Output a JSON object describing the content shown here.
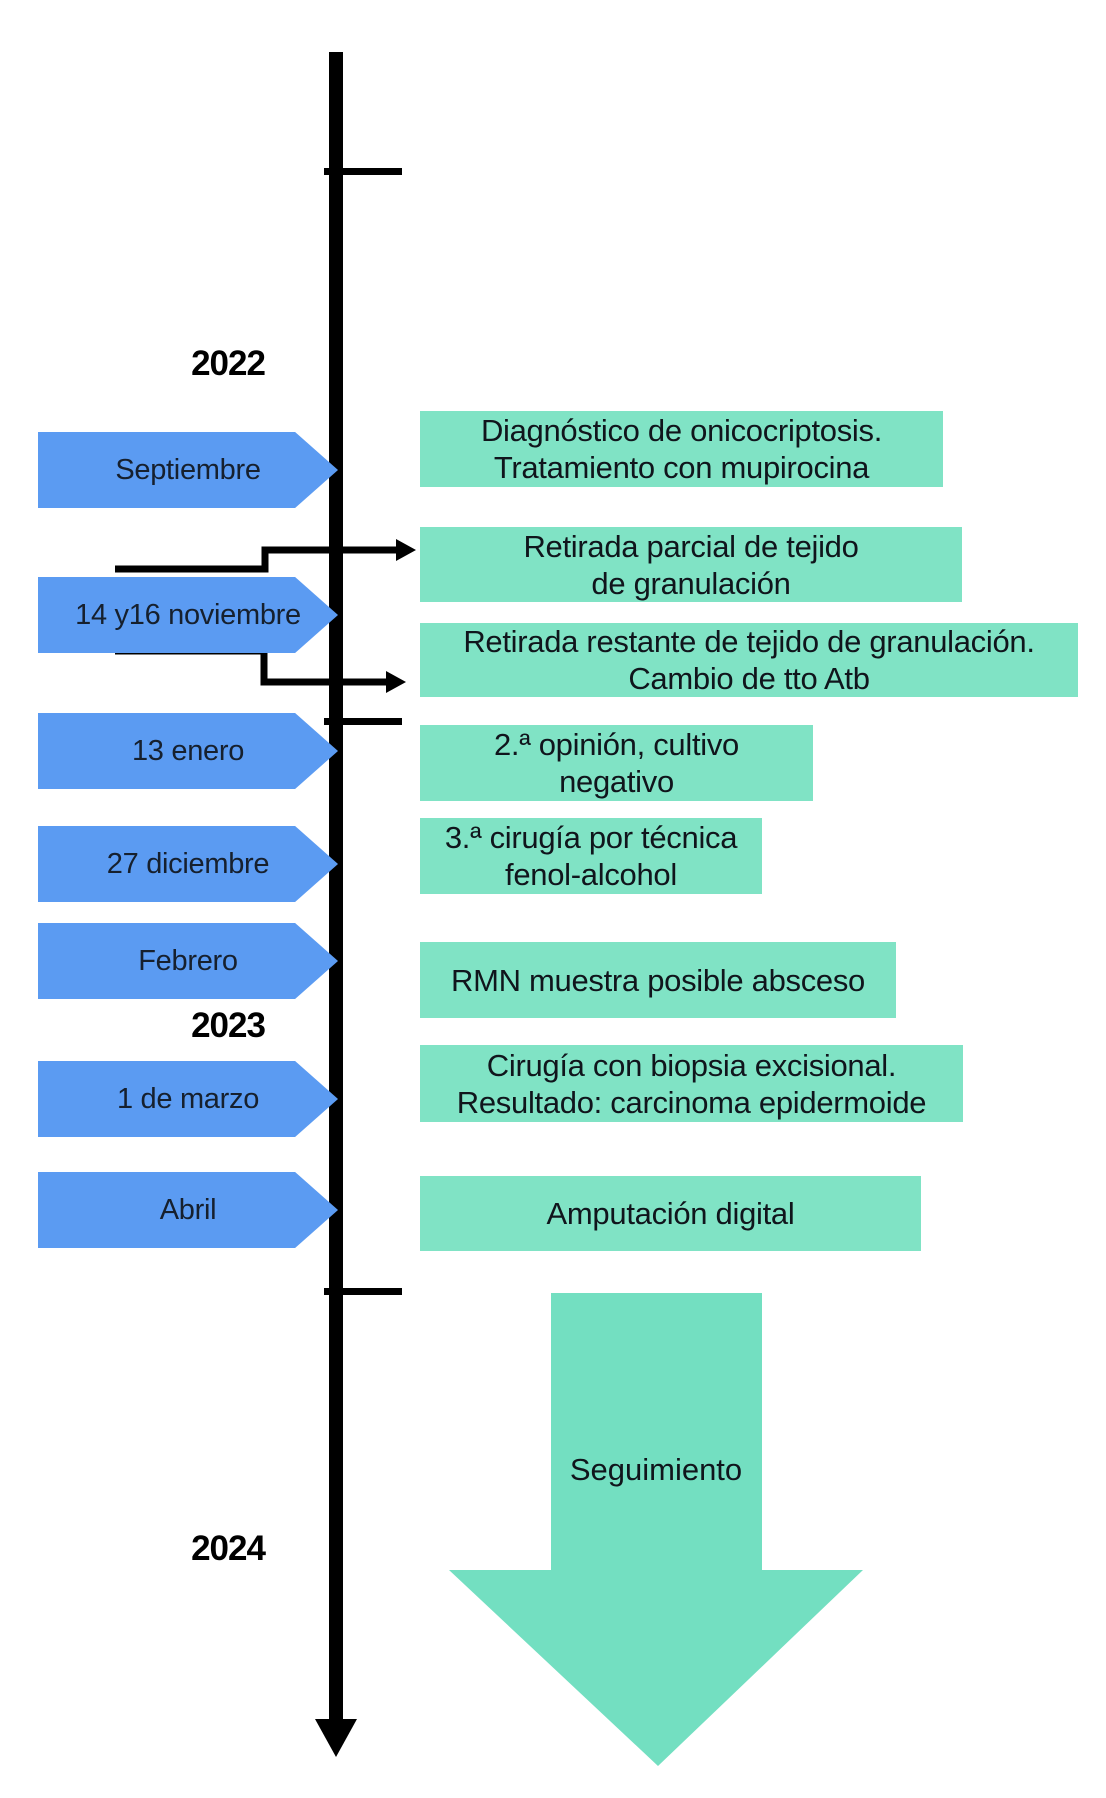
{
  "timeline": {
    "years": [
      "2022",
      "2023",
      "2024"
    ]
  },
  "date_labels": [
    "Septiembre",
    "14 y16 noviembre",
    "13 enero",
    "27 diciembre",
    "Febrero",
    "1 de marzo",
    "Abril"
  ],
  "events": [
    "Diagnóstico de onicocriptosis.\nTratamiento con mupirocina",
    "Retirada parcial de tejido\nde granulación",
    "Retirada restante de tejido de granulación.\nCambio de tto Atb",
    "2.ª opinión, cultivo\nnegativo",
    "3.ª cirugía por técnica\nfenol-alcohol",
    "RMN muestra posible absceso",
    "Cirugía con biopsia excisional.\nResultado: carcinoma epidermoide",
    "Amputación digital"
  ],
  "followup_label": "Seguimiento",
  "colors": {
    "date_arrow_blue": "#5B9BF2",
    "event_box_teal": "#80E3C5",
    "followup_arrow_teal": "#73DFC1",
    "timeline_black": "#000000"
  }
}
